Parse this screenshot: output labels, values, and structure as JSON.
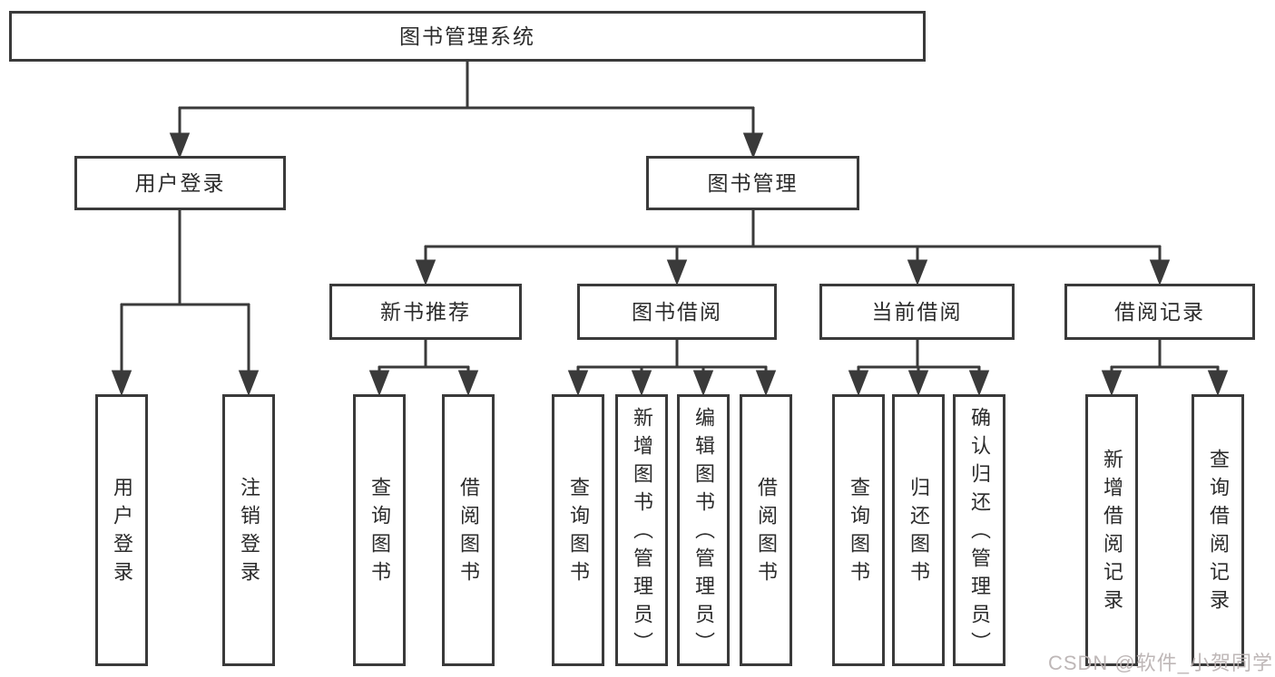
{
  "diagram_title": "图书管理系统",
  "tree": {
    "root": {
      "id": "library-management-system",
      "label": "图书管理系统"
    },
    "level2": [
      {
        "id": "user-login-module",
        "label": "用户登录"
      },
      {
        "id": "book-management-module",
        "label": "图书管理"
      }
    ],
    "level3": [
      {
        "id": "new-book-recommendation",
        "label": "新书推荐",
        "parent": "图书管理"
      },
      {
        "id": "book-borrowing",
        "label": "图书借阅",
        "parent": "图书管理"
      },
      {
        "id": "current-borrowing",
        "label": "当前借阅",
        "parent": "图书管理"
      },
      {
        "id": "borrowing-records",
        "label": "借阅记录",
        "parent": "图书管理"
      }
    ],
    "leaves": [
      {
        "id": "user-login",
        "label": "用户登录",
        "parent": "用户登录"
      },
      {
        "id": "logout",
        "label": "注销登录",
        "parent": "用户登录"
      },
      {
        "id": "query-books-recommend",
        "label": "查询图书",
        "parent": "新书推荐"
      },
      {
        "id": "borrow-books-recommend",
        "label": "借阅图书",
        "parent": "新书推荐"
      },
      {
        "id": "query-books-borrow",
        "label": "查询图书",
        "parent": "图书借阅"
      },
      {
        "id": "add-book-admin",
        "label": "新增图书（管理员）",
        "parent": "图书借阅"
      },
      {
        "id": "edit-book-admin",
        "label": "编辑图书（管理员）",
        "parent": "图书借阅"
      },
      {
        "id": "borrow-books-borrow",
        "label": "借阅图书",
        "parent": "图书借阅"
      },
      {
        "id": "query-books-current",
        "label": "查询图书",
        "parent": "当前借阅"
      },
      {
        "id": "return-books",
        "label": "归还图书",
        "parent": "当前借阅"
      },
      {
        "id": "confirm-return-admin",
        "label": "确认归还（管理员）",
        "parent": "当前借阅"
      },
      {
        "id": "add-borrow-record",
        "label": "新增借阅记录",
        "parent": "借阅记录"
      },
      {
        "id": "query-borrow-record",
        "label": "查询借阅记录",
        "parent": "借阅记录"
      }
    ]
  },
  "watermark": "CSDN @软件_小贺同学",
  "colors": {
    "line": "#3a3a3a",
    "text": "#2b2b2b",
    "background": "#ffffff",
    "watermark": "#b9b1b1"
  }
}
